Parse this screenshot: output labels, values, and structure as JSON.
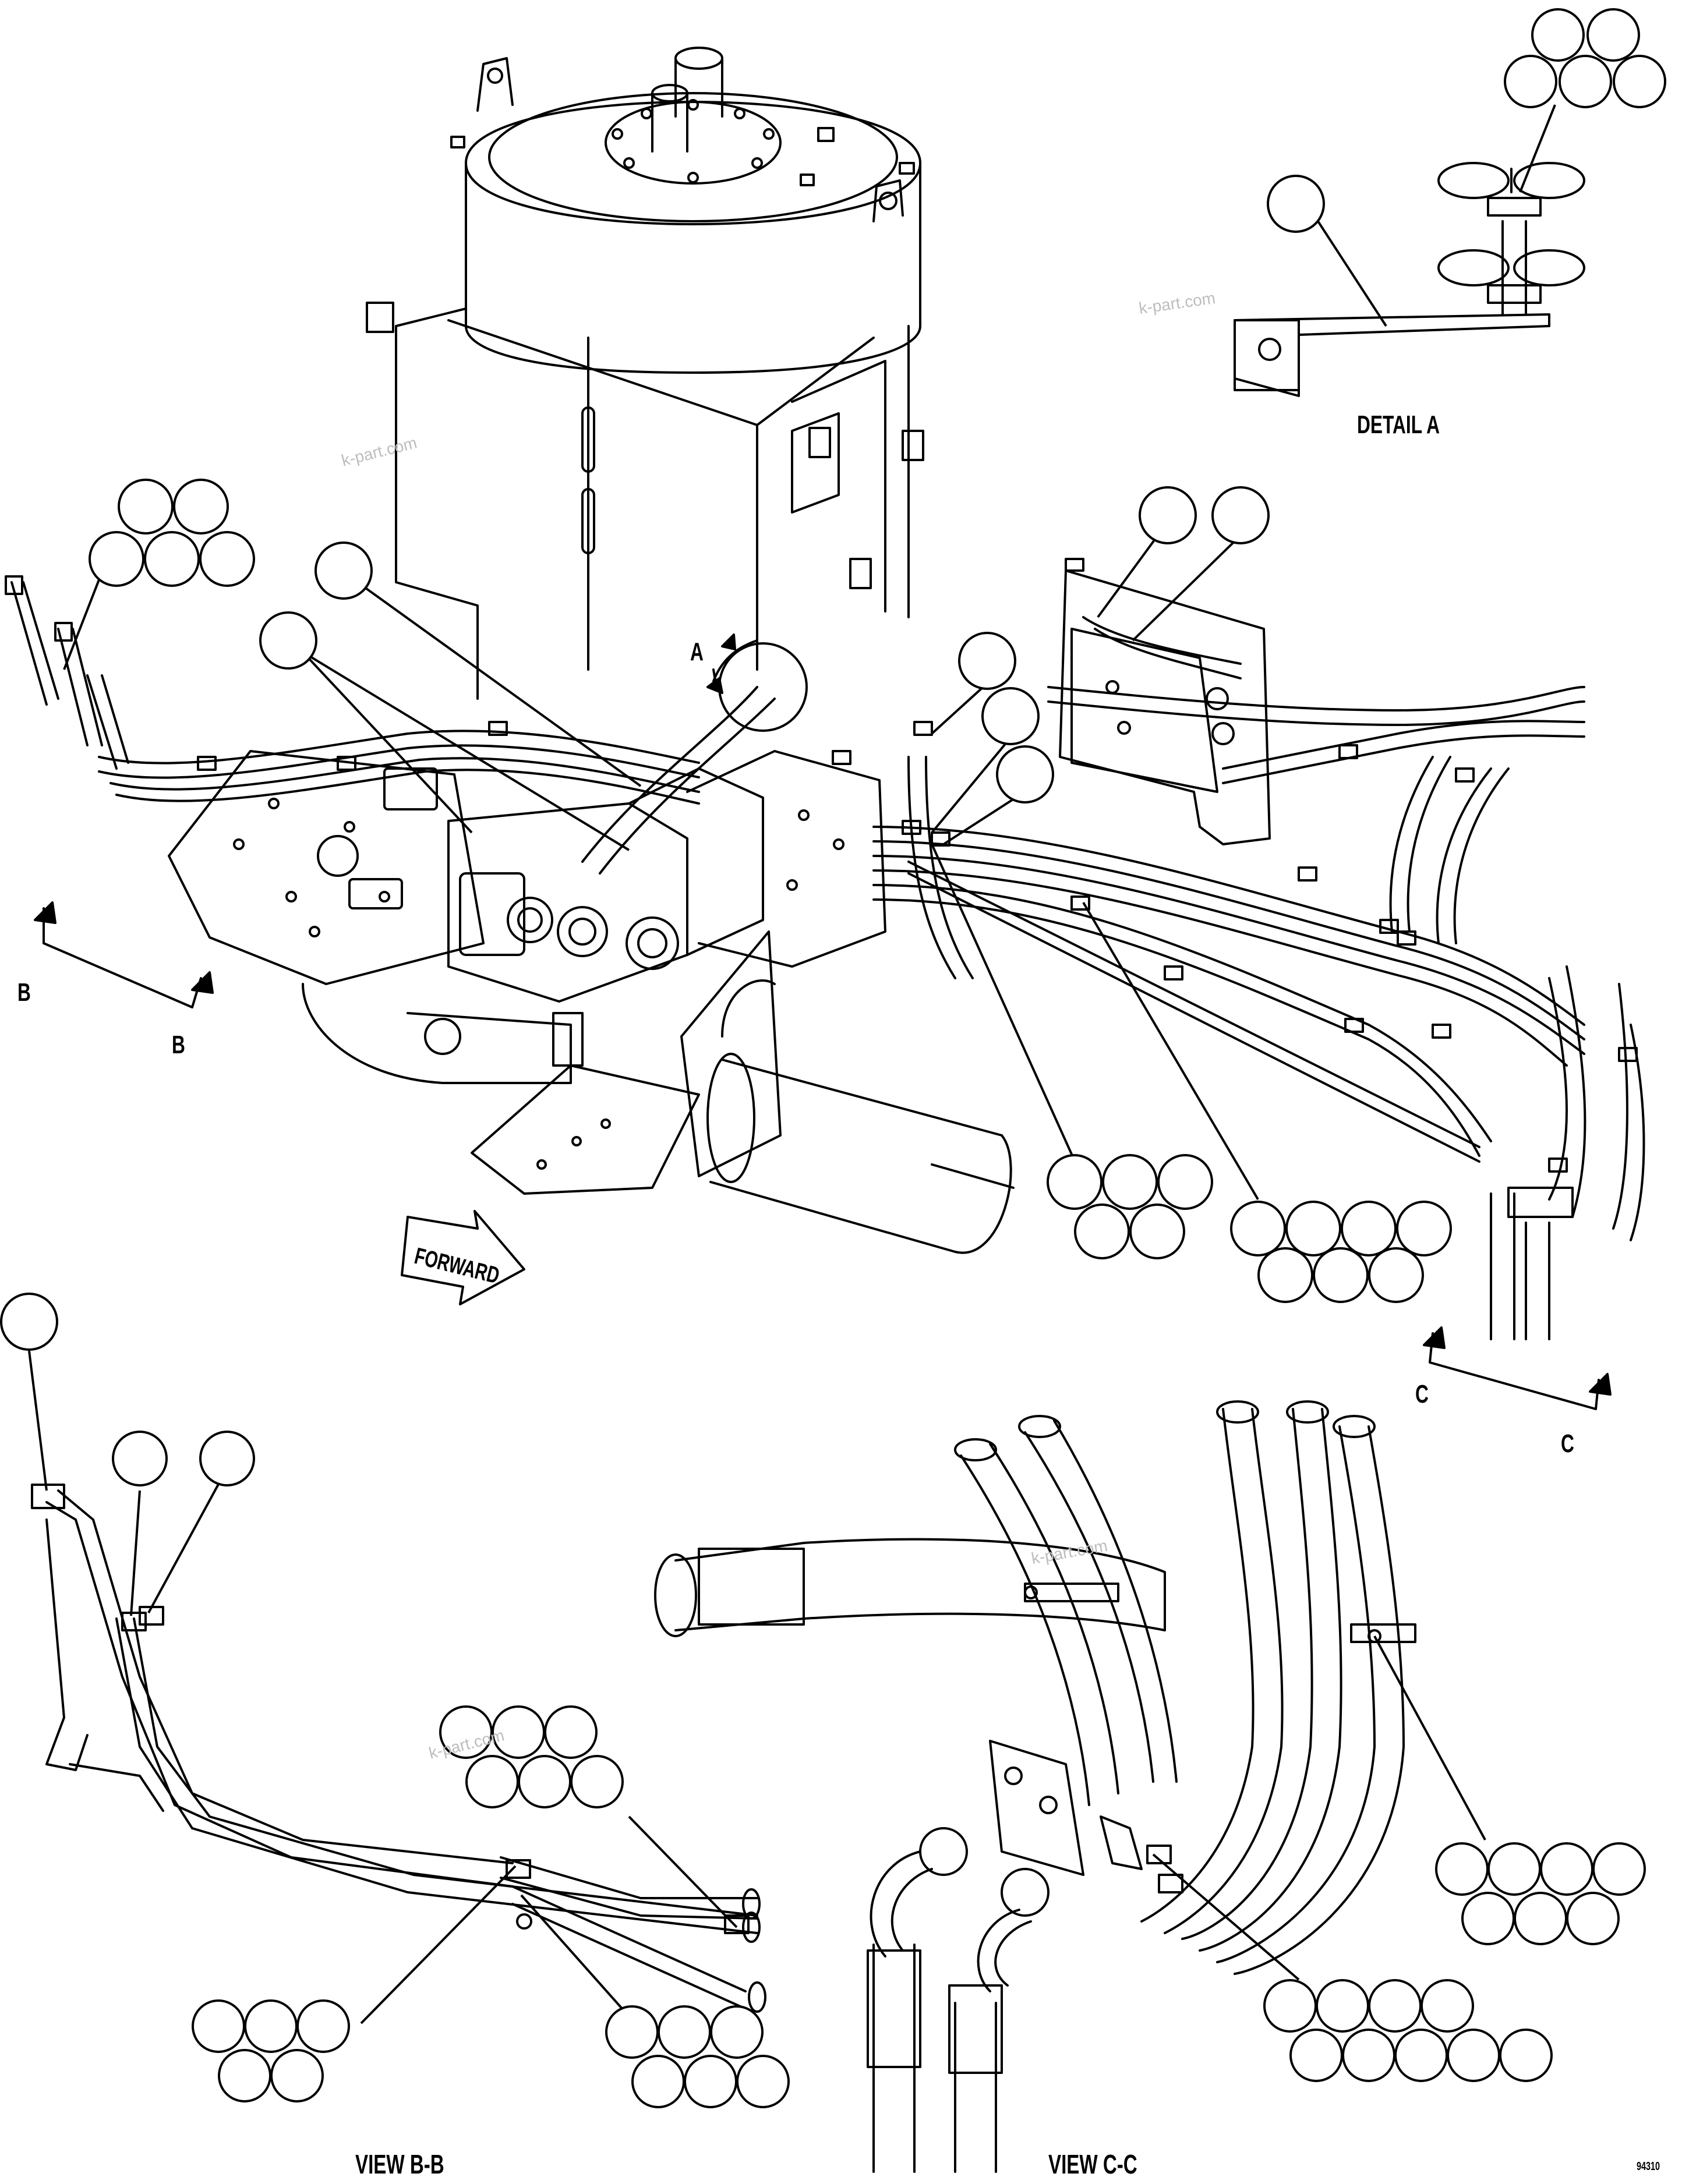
{
  "labels": {
    "detail_a": "DETAIL A",
    "view_bb": "VIEW B-B",
    "view_cc": "VIEW C-C",
    "forward": "FORWARD",
    "section_a": "A",
    "section_b_left": "B",
    "section_b_right": "B",
    "section_c_left": "C",
    "section_c_right": "C",
    "drawing_number": "94310"
  },
  "watermark": "k-part.com",
  "colors": {
    "line": "#000000",
    "background": "#ffffff",
    "watermark": "#bdbdbd"
  },
  "callout_groups": [
    {
      "id": "detailA-top",
      "count": 5
    },
    {
      "id": "detailA-bracket",
      "count": 1
    },
    {
      "id": "left-hoses",
      "count": 5
    },
    {
      "id": "valve-upper",
      "count": 1
    },
    {
      "id": "valve-lower",
      "count": 1
    },
    {
      "id": "right-valve-a",
      "count": 1
    },
    {
      "id": "right-valve-b",
      "count": 1
    },
    {
      "id": "clip-1",
      "count": 1
    },
    {
      "id": "clip-2",
      "count": 1
    },
    {
      "id": "clip-3",
      "count": 1
    },
    {
      "id": "hose-bundle-center",
      "count": 5
    },
    {
      "id": "hose-bundle-right",
      "count": 7
    },
    {
      "id": "viewbb-tube",
      "count": 1
    },
    {
      "id": "viewbb-fitting-a",
      "count": 1
    },
    {
      "id": "viewbb-fitting-b",
      "count": 1
    },
    {
      "id": "viewbb-hose-end",
      "count": 6
    },
    {
      "id": "viewbb-clamp-left",
      "count": 5
    },
    {
      "id": "viewbb-clamp-right",
      "count": 6
    },
    {
      "id": "viewcc-clamp",
      "count": 7
    },
    {
      "id": "viewcc-fittings",
      "count": 9
    }
  ]
}
